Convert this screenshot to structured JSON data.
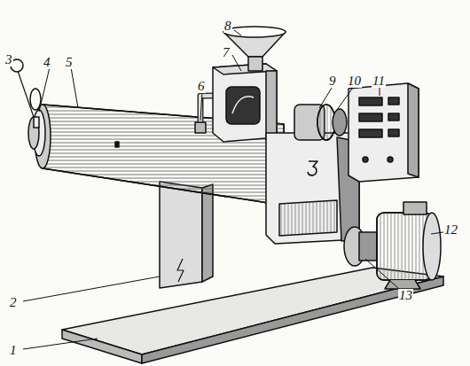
{
  "diagram": {
    "labels": [
      "8",
      "7",
      "3",
      "4",
      "5",
      "6",
      "9",
      "10",
      "11",
      "12",
      "2",
      "13",
      "1"
    ]
  }
}
